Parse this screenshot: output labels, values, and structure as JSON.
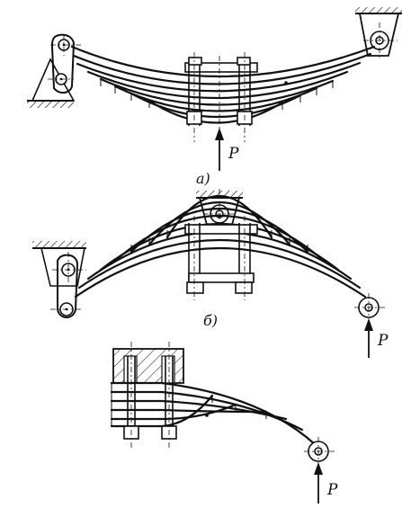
{
  "figure": {
    "sub_a": "а)",
    "sub_b": "б)",
    "force_a": "P",
    "force_b": "P",
    "force_c": "P"
  }
}
